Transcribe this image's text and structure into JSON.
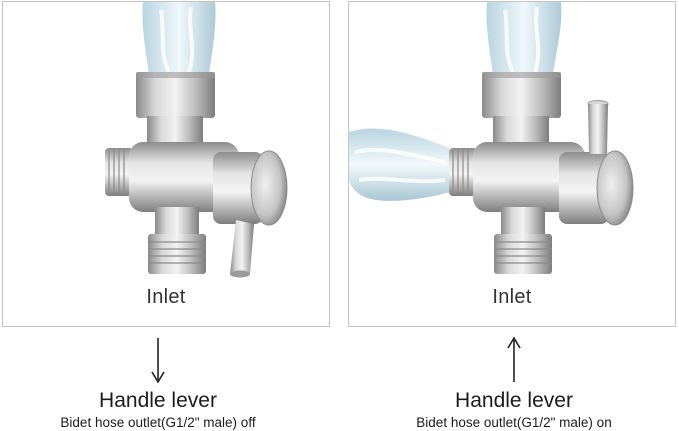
{
  "panels": [
    {
      "id": "left",
      "inlet_label": "Inlet",
      "side_water": false,
      "handle_position": "down"
    },
    {
      "id": "right",
      "inlet_label": "Inlet",
      "side_water": true,
      "handle_position": "up"
    }
  ],
  "captions": [
    {
      "arrow_direction": "down",
      "title": "Handle lever",
      "subtitle": "Bidet hose outlet(G1/2\" male) off"
    },
    {
      "arrow_direction": "up",
      "title": "Handle lever",
      "subtitle": "Bidet hose outlet(G1/2\" male) on"
    }
  ],
  "colors": {
    "border": "#c4c4c4",
    "metal_light": "#eeeeee",
    "metal_mid": "#b9b9b9",
    "metal_dark": "#7a7a7a",
    "water": "#cfe3ec"
  }
}
